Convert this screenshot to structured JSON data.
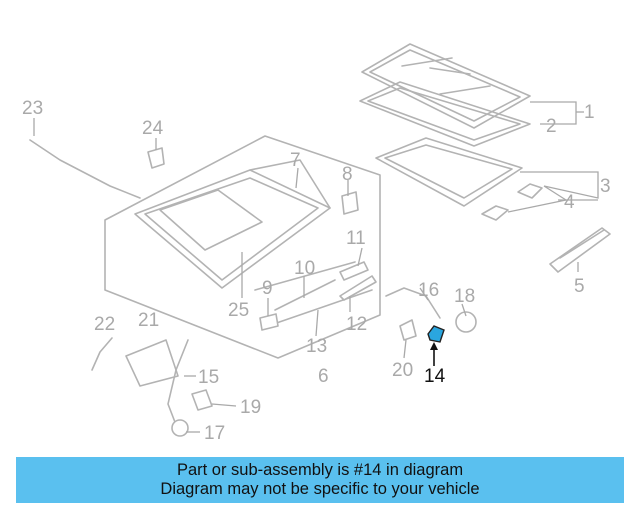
{
  "highlight_color": "#2aa6df",
  "banner_color": "#5ac0ef",
  "callouts": [
    "1",
    "2",
    "3",
    "4",
    "5",
    "6",
    "7",
    "8",
    "9",
    "10",
    "11",
    "12",
    "13",
    "14",
    "15",
    "16",
    "17",
    "18",
    "19",
    "20",
    "21",
    "22",
    "23",
    "24",
    "25"
  ],
  "highlighted_part": "14",
  "banner": {
    "line1": "Part or sub-assembly is #14 in diagram",
    "line2": "Diagram may not be specific to your vehicle"
  }
}
